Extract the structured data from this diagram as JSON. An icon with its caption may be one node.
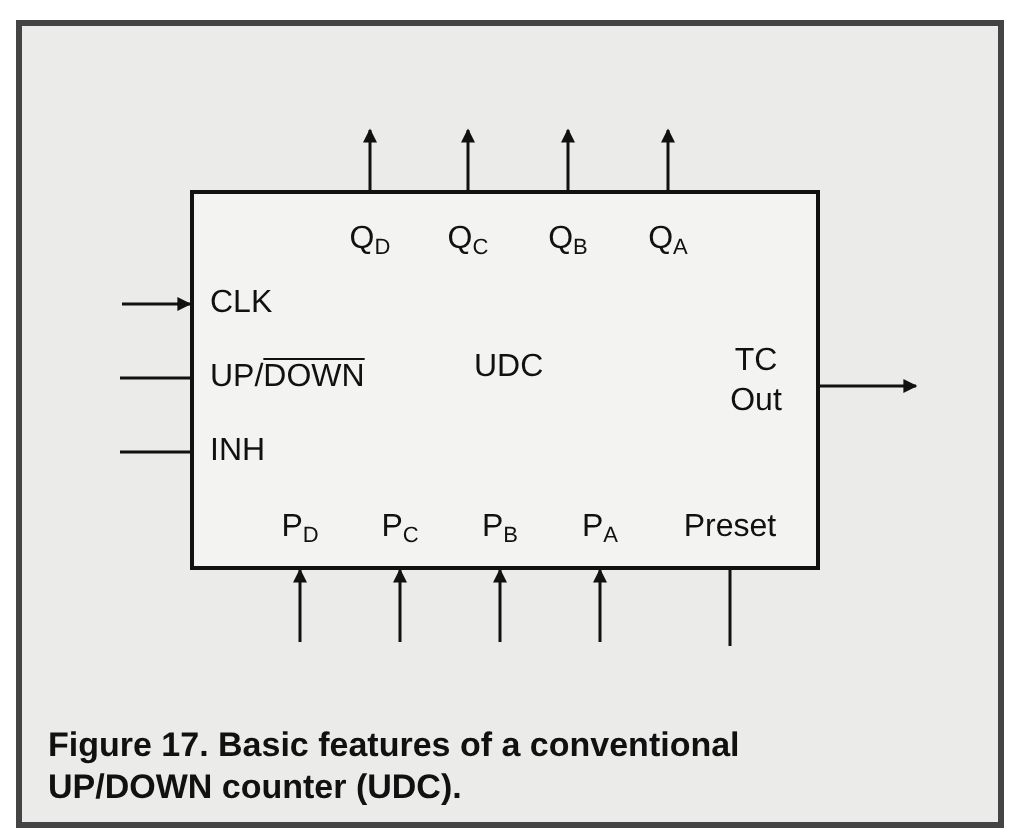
{
  "diagram": {
    "caption": "Figure 17. Basic features of a conventional UP/DOWN counter (UDC).",
    "nodes": [
      {
        "text": [
          "UDC"
        ]
      },
      {
        "text": [
          "Q$_{D}$"
        ],
        "in": 0
      },
      {
        "text": [
          "Q$_{C}$"
        ],
        "in": 0
      },
      {
        "text": [
          "Q$_{B}$"
        ],
        "in": 0
      },
      {
        "text": [
          "Q$_{A}$"
        ],
        "in": 0
      },
      {
        "text": [
          "CLK"
        ],
        "in": 0
      },
      {
        "text": [
          "UP/",
          "DOWN"
        ],
        "in": 0
      },
      {
        "text": [
          "INH"
        ],
        "in": 0
      },
      {
        "text": [
          "TC Out"
        ],
        "in": 0
      },
      {
        "text": [
          "P$_{D}$"
        ],
        "in": 0
      },
      {
        "text": [
          "P$_{C}$"
        ],
        "in": 0
      },
      {
        "text": [
          "P$_{B}$"
        ],
        "in": 0
      },
      {
        "text": [
          "P$_{A}$"
        ],
        "in": 0
      },
      {
        "text": [
          "Preset"
        ],
        "in": 0
      }
    ],
    "edges": [
      {
        "from": 1,
        "to": null,
        "arrow": "to"
      },
      {
        "from": 2,
        "to": null,
        "arrow": "to"
      },
      {
        "from": 3,
        "to": null,
        "arrow": "to"
      },
      {
        "from": 4,
        "to": null,
        "arrow": "to"
      },
      {
        "from": null,
        "to": 5,
        "arrow": "to"
      },
      {
        "from": null,
        "to": 6,
        "arrow": "none"
      },
      {
        "from": null,
        "to": 7,
        "arrow": "none"
      },
      {
        "from": 8,
        "to": null,
        "arrow": "to"
      },
      {
        "from": null,
        "to": 9,
        "arrow": "to"
      },
      {
        "from": null,
        "to": 10,
        "arrow": "to"
      },
      {
        "from": null,
        "to": 11,
        "arrow": "to"
      },
      {
        "from": null,
        "to": 12,
        "arrow": "to"
      },
      {
        "from": null,
        "to": 13,
        "arrow": "none"
      }
    ]
  }
}
